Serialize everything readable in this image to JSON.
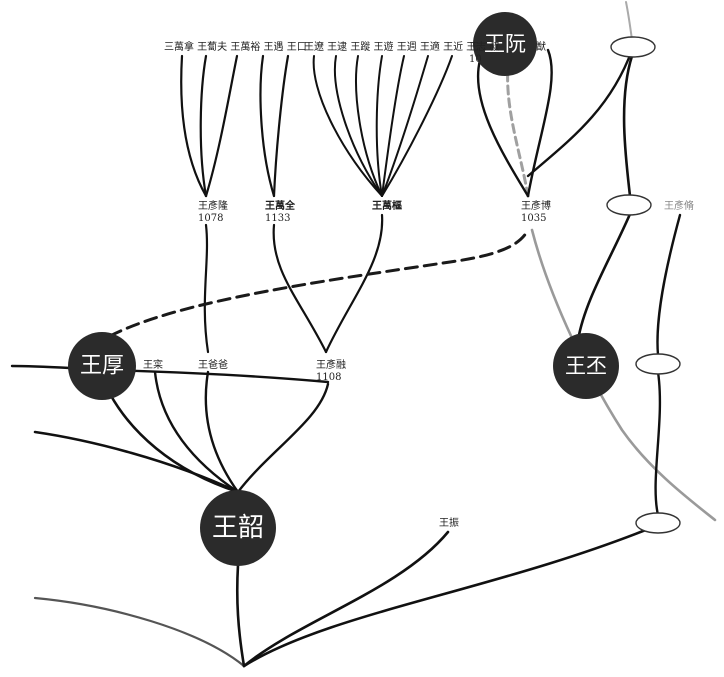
{
  "colors": {
    "branch": "#111111",
    "branch_gray": "#9a9a9a",
    "dashed": "#1a1a1a",
    "dashed_gray": "#a0a0a0",
    "big_node": "#2b2b2b",
    "big_node_text": "#ffffff",
    "oval_fill": "#ffffff",
    "oval_stroke": "#333333"
  },
  "big_nodes": {
    "wang_shao": "王韶",
    "wang_hou": "王厚",
    "wang_ruan": "王阮",
    "wang_pi": "王丕"
  },
  "labels": {
    "top_row_left": "三萬拿 王蔔夫 王萬裕 王遇 王口",
    "top_row_mid": "王遼 王逮 王蹝 王遊 王週 王適 王近 王志 叔",
    "top_row_partial_left": "王",
    "top_row_partial_right": "猷",
    "partial_year": "10",
    "yan_long": "王彥隆",
    "yan_long_year": "1078",
    "wan_quan": "王萬全",
    "wan_quan_year": "1133",
    "wan_quan_mid": "王萬樞",
    "yan_bo": "王彥博",
    "yan_bo_year": "1035",
    "yan_right": "王彥脩",
    "wang_cai": "王寀",
    "wang_ye": "王爸爸",
    "yan_rong": "王彥融",
    "yan_rong_year": "1108",
    "wang_zhen": "王振"
  }
}
